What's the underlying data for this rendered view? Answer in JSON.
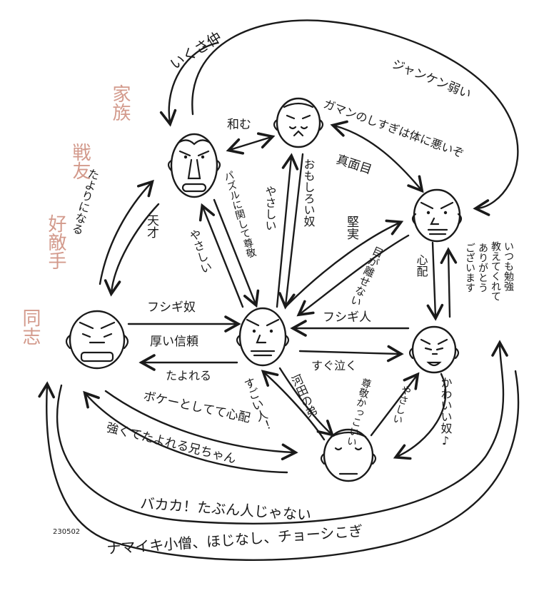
{
  "categories": [
    "家族",
    "戦友",
    "好敵手",
    "同志"
  ],
  "date_stamp": "230502",
  "relations": {
    "top_arc": "いくさ仲",
    "janken": "ジャンケン弱い",
    "wamu": "和む",
    "gaman": "ガマンのしすぎは体に悪いぞ",
    "majime": "真面目",
    "omoshiroi": "おもしろい奴",
    "yasashii_1": "やさしい",
    "pusuke": "パズルに関して尊敬",
    "yasashii_2": "やさしい",
    "tayori": "たよりになる",
    "tensai": "天才",
    "kenjitsu": "堅実",
    "mega": "目が離せない",
    "shinpai": "心配",
    "itsumo": "いつも勉強教えてくれてありがとうございます",
    "fushigi_yatsu": "フシギ奴",
    "atsui_shinrai": "厚い信頼",
    "tayoreru": "たよれる",
    "fushigi_jin": "フシギ人",
    "sugu_naku": "すぐ泣く",
    "sugoi_hito": "すごい人！",
    "kawada": "河田の弟",
    "sonkei": "尊敬かっこいい",
    "yasashii_3": "やさしい",
    "kawaii": "かわいい奴♪",
    "boke": "ボケーとしてて心配",
    "tsuyoku": "強くてたよれる兄ちゃん",
    "bakaka": "バカカ！たぶん人じゃない",
    "namaiki": "ナマイキ小僧、ほじなし、チョーシこぎ"
  }
}
